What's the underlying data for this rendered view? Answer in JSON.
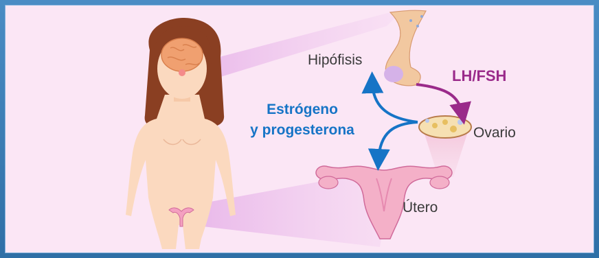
{
  "labels": {
    "hipofisis": "Hipófisis",
    "lh_fsh": "LH/FSH",
    "hormones_line1": "Estrógeno",
    "hormones_line2": "y progesterona",
    "ovario": "Ovario",
    "utero": "Útero"
  },
  "colors": {
    "background": "#fbe6f5",
    "frame": "#3b7fb8",
    "blue_arrow": "#1674c6",
    "purple_arrow": "#9a2a8a",
    "skin": "#fbd9bf",
    "hair": "#8a3f22",
    "brain": "#f0a070",
    "uterus": "#f4b0c8"
  }
}
